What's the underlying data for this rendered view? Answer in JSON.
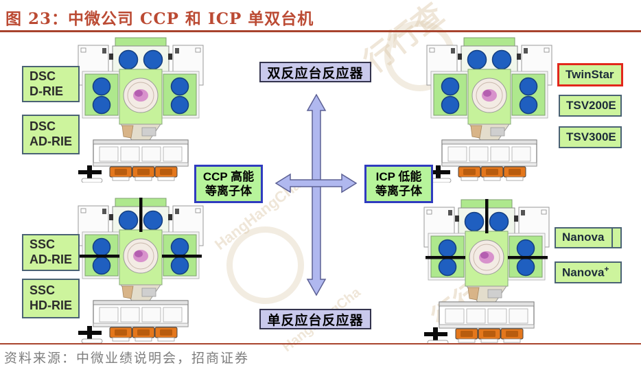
{
  "figure": {
    "title": "图 23：中微公司 CCP 和 ICP 单双台机",
    "source": "资料来源：中微业绩说明会，招商证券"
  },
  "center": {
    "top_box": "双反应台反应器",
    "bottom_box": "单反应台反应器",
    "ccp_box": {
      "line1": "CCP 高能",
      "line2": "等离子体"
    },
    "icp_box": {
      "line1": "ICP 低能",
      "line2": "等离子体"
    }
  },
  "products": {
    "ccp_dual": [
      {
        "line1": "DSC",
        "line2": "D-RIE"
      },
      {
        "line1": "DSC",
        "line2": "AD-RIE"
      }
    ],
    "ccp_single": [
      {
        "line1": "SSC",
        "line2": "AD-RIE"
      },
      {
        "line1": "SSC",
        "line2": "HD-RIE"
      }
    ],
    "icp_dual": [
      {
        "text": "TwinStar"
      },
      {
        "text": "TSV200E"
      },
      {
        "text": "TSV300E"
      }
    ],
    "icp_single": [
      {
        "text": "Nanova",
        "sup": ""
      },
      {
        "text": "Nanova",
        "sup": "+"
      }
    ]
  },
  "watermark": {
    "cn": "行行查",
    "en": "HangHangCha"
  },
  "colors": {
    "title_red": "#bb4a33",
    "rule_red": "#a8432d",
    "box_green": "#cdf49d",
    "box_lavender": "#c9c9ec",
    "border_slate": "#4a6274",
    "border_blue": "#2f3bbf",
    "highlight_red": "#e2271c",
    "arrow_fill": "#b0b8ef",
    "machine_green": "#aee88d",
    "chamber_blue": "#1f5fc0",
    "loadport_orange": "#e4771c"
  }
}
